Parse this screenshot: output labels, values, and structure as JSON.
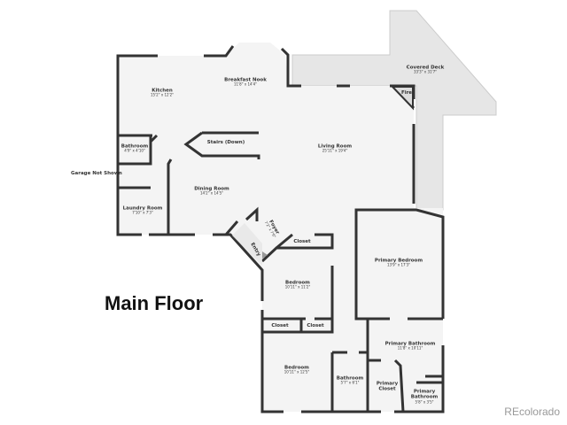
{
  "title": "Main Floor",
  "note": "Garage Not Shown",
  "watermark": "REcolorado",
  "colors": {
    "wall": "#333333",
    "floor": "#f4f4f4",
    "deck": "#e6e6e6"
  },
  "rooms": [
    {
      "name": "Kitchen",
      "dims": "15'2\" x 12'2\""
    },
    {
      "name": "Breakfast Nook",
      "dims": "11'8\" x 14'4\""
    },
    {
      "name": "Covered Deck",
      "dims": "33'3\" x 31'7\""
    },
    {
      "name": "Fire",
      "dims": ""
    },
    {
      "name": "Bathroom",
      "dims": "4'9\" x 4'10\""
    },
    {
      "name": "Stairs (Down)",
      "dims": ""
    },
    {
      "name": "Living Room",
      "dims": "25'11\" x 19'4\""
    },
    {
      "name": "Dining Room",
      "dims": "14'2\" x 14'5\""
    },
    {
      "name": "Laundry Room",
      "dims": "7'10\" x 7'3\""
    },
    {
      "name": "Foyer",
      "dims": "7'2\" x 7'6\""
    },
    {
      "name": "Entry",
      "dims": ""
    },
    {
      "name": "Closet",
      "dims": ""
    },
    {
      "name": "Bedroom",
      "dims": "10'11\" x 11'2\""
    },
    {
      "name": "Primary Bedroom",
      "dims": "13'9\" x 17'3\""
    },
    {
      "name": "Closet",
      "dims": ""
    },
    {
      "name": "Closet",
      "dims": ""
    },
    {
      "name": "Primary Bathroom",
      "dims": "11'8\" x 10'11\""
    },
    {
      "name": "Bedroom",
      "dims": "10'11\" x 12'5\""
    },
    {
      "name": "Bathroom",
      "dims": "5'7\" x 6'1\""
    },
    {
      "name": "Primary Closet",
      "dims": ""
    },
    {
      "name": "Primary Bathroom",
      "dims": "5'8\" x 3'5\""
    }
  ]
}
